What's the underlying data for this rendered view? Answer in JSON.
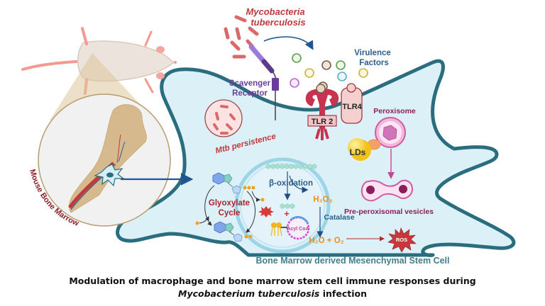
{
  "diagram": {
    "labels": {
      "pathogen": [
        "Mycobacteria",
        "tuberculosis"
      ],
      "virulence_factors": [
        "Virulence",
        "Factors"
      ],
      "scavenger_receptor": [
        "Scavenger",
        "Receptor"
      ],
      "tlr2": "TLR 2",
      "tlr4": "TLR4",
      "peroxisome": "Peroxisome",
      "lds": "LDs",
      "mtb_persistence": "Mtb persistence",
      "mouse_bone_marrow": "Mouse Bone Marrow",
      "beta_oxidation": "β-oxidation",
      "h2o2": "H₂O₂",
      "catalase": "Catalase",
      "h2o_o2": "H₂O + O₂",
      "glyoxylate_cycle": [
        "Glyoxylate",
        "Cycle"
      ],
      "acyl_coa": "Acyl CoA",
      "plus": "+",
      "pre_peroxisomal_vesicles": "Pre-peroxisomal vesicles",
      "ros": "ROS",
      "cell_type": "Bone Marrow derived Mesenchymal Stem Cell"
    },
    "colors": {
      "cell_fill": "#dcf0f7",
      "cell_outline": "#2a6d7e",
      "pathogen_red": "#c0393b",
      "receptor_purple": "#6a3d9a",
      "virulence_blue": "#2b5f8e",
      "tlr_red": "#c8334f",
      "peroxisome_pink": "#d05aa5",
      "vesicle_purple": "#8a1f5c",
      "orange": "#f08c1e",
      "cell_label": "#3f7f8a",
      "caption": "#111111"
    }
  },
  "caption": {
    "line1": "Modulation of macrophage and bone marrow stem cell immune responses during",
    "line2_italic": "Mycobacterium tuberculosis",
    "line2_rest": " infection"
  }
}
